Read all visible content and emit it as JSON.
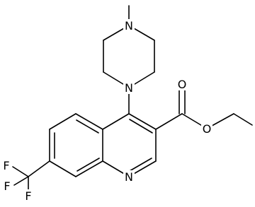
{
  "molecule": {
    "atoms": {
      "n_methyl": "N",
      "n_ring": "N",
      "n_quinoline": "N",
      "o_carbonyl": "O",
      "o_ester": "O",
      "f_1": "F",
      "f_2": "F",
      "f_3": "F"
    },
    "colors": {
      "bond": "#000000",
      "label": "#000000",
      "background": "#ffffff"
    }
  }
}
